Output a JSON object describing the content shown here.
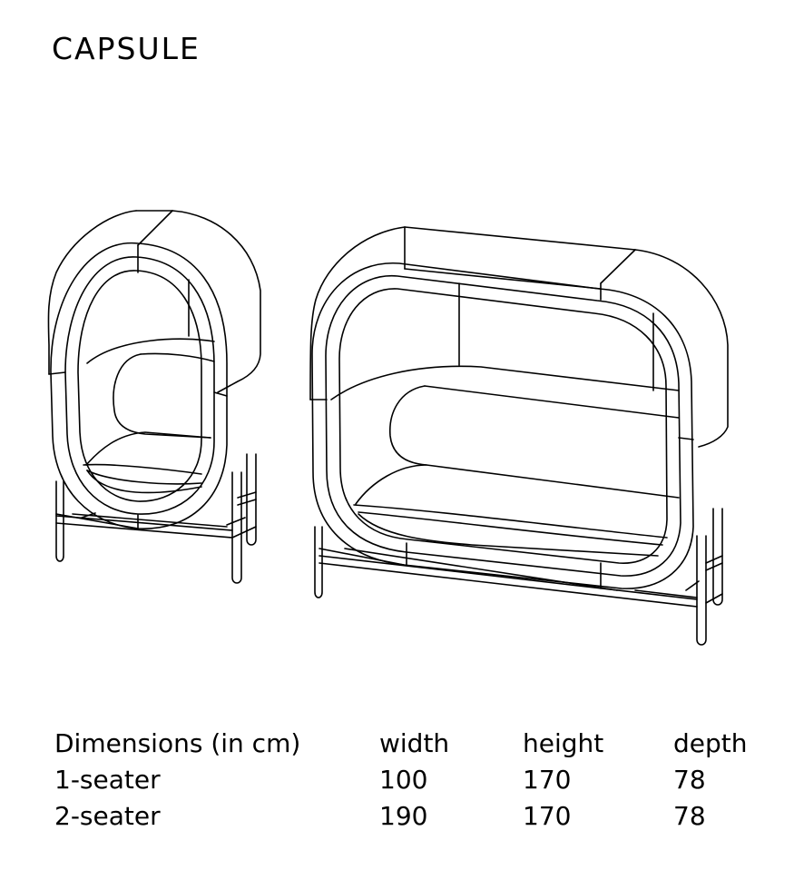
{
  "title": "CAPSULE",
  "dimensions": {
    "header": [
      "Dimensions (in cm)",
      "width",
      "height",
      "depth"
    ],
    "rows": [
      {
        "label": "1-seater",
        "width": "100",
        "height": "170",
        "depth": "78"
      },
      {
        "label": "2-seater",
        "width": "190",
        "height": "170",
        "depth": "78"
      }
    ]
  },
  "illustrations": [
    "1-seater capsule line drawing",
    "2-seater capsule line drawing"
  ]
}
